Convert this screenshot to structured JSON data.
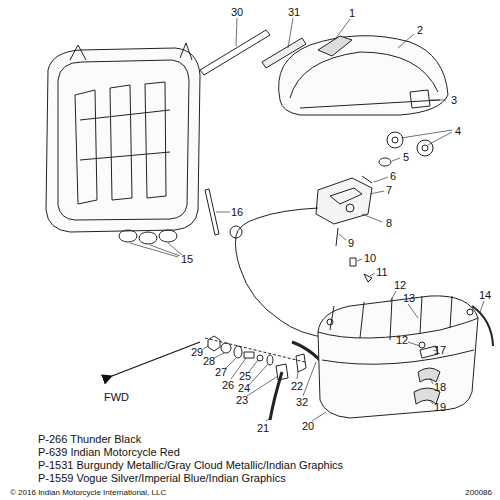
{
  "diagram": {
    "labels": [
      "1",
      "2",
      "3",
      "4",
      "5",
      "6",
      "7",
      "8",
      "9",
      "10",
      "11",
      "12",
      "13",
      "14",
      "15",
      "16",
      "17",
      "12",
      "18",
      "19",
      "20",
      "21",
      "22",
      "23",
      "24",
      "25",
      "26",
      "27",
      "28",
      "29",
      "30",
      "31",
      "32",
      "FWD",
      "P-266  Thunder Black",
      "P-639  Indian Motorcycle Red",
      "P-1531  Burgundy Metallic/Gray Cloud Metallic/Indian Graphics",
      "P-1559  Vogue Silver/Imperial Blue/Indian Graphics",
      "© 2016 Indian Motorcycle International, LLC",
      "200086"
    ]
  }
}
